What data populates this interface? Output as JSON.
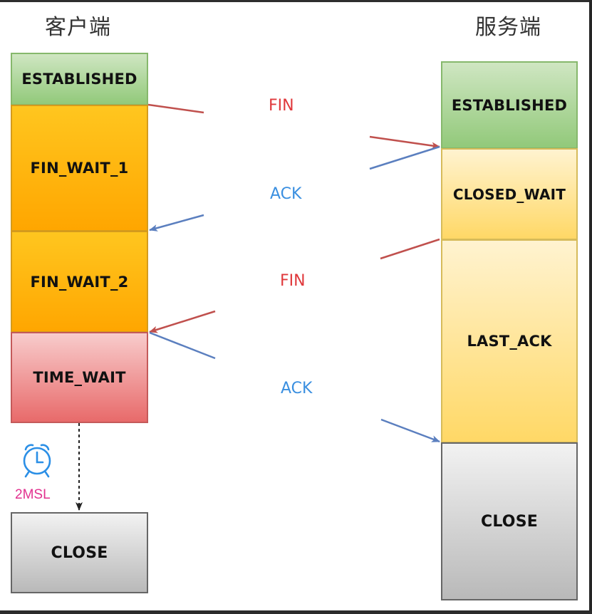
{
  "columns": {
    "client": {
      "title": "客户端",
      "states": [
        "ESTABLISHED",
        "FIN_WAIT_1",
        "FIN_WAIT_2",
        "TIME_WAIT",
        "CLOSE"
      ]
    },
    "server": {
      "title": "服务端",
      "states": [
        "ESTABLISHED",
        "CLOSED_WAIT",
        "LAST_ACK",
        "CLOSE"
      ]
    }
  },
  "messages": [
    {
      "label": "FIN",
      "direction": "client-to-server",
      "color": "#c0504d"
    },
    {
      "label": "ACK",
      "direction": "server-to-client",
      "color": "#5b7fbf"
    },
    {
      "label": "FIN",
      "direction": "server-to-client",
      "color": "#c0504d"
    },
    {
      "label": "ACK",
      "direction": "client-to-server",
      "color": "#5b7fbf"
    }
  ],
  "timer": {
    "icon": "alarm-clock-icon",
    "label": "2MSL",
    "icon_color": "#2b8fe6",
    "label_color": "#e2318f"
  },
  "colors": {
    "established": "#92c97a",
    "fin_wait": "#ffb000",
    "time_wait": "#e86a6a",
    "server_wait": "#ffd866",
    "close": "#b9b9b9",
    "fin_text": "#e0393c",
    "ack_text": "#3a8fe0"
  }
}
